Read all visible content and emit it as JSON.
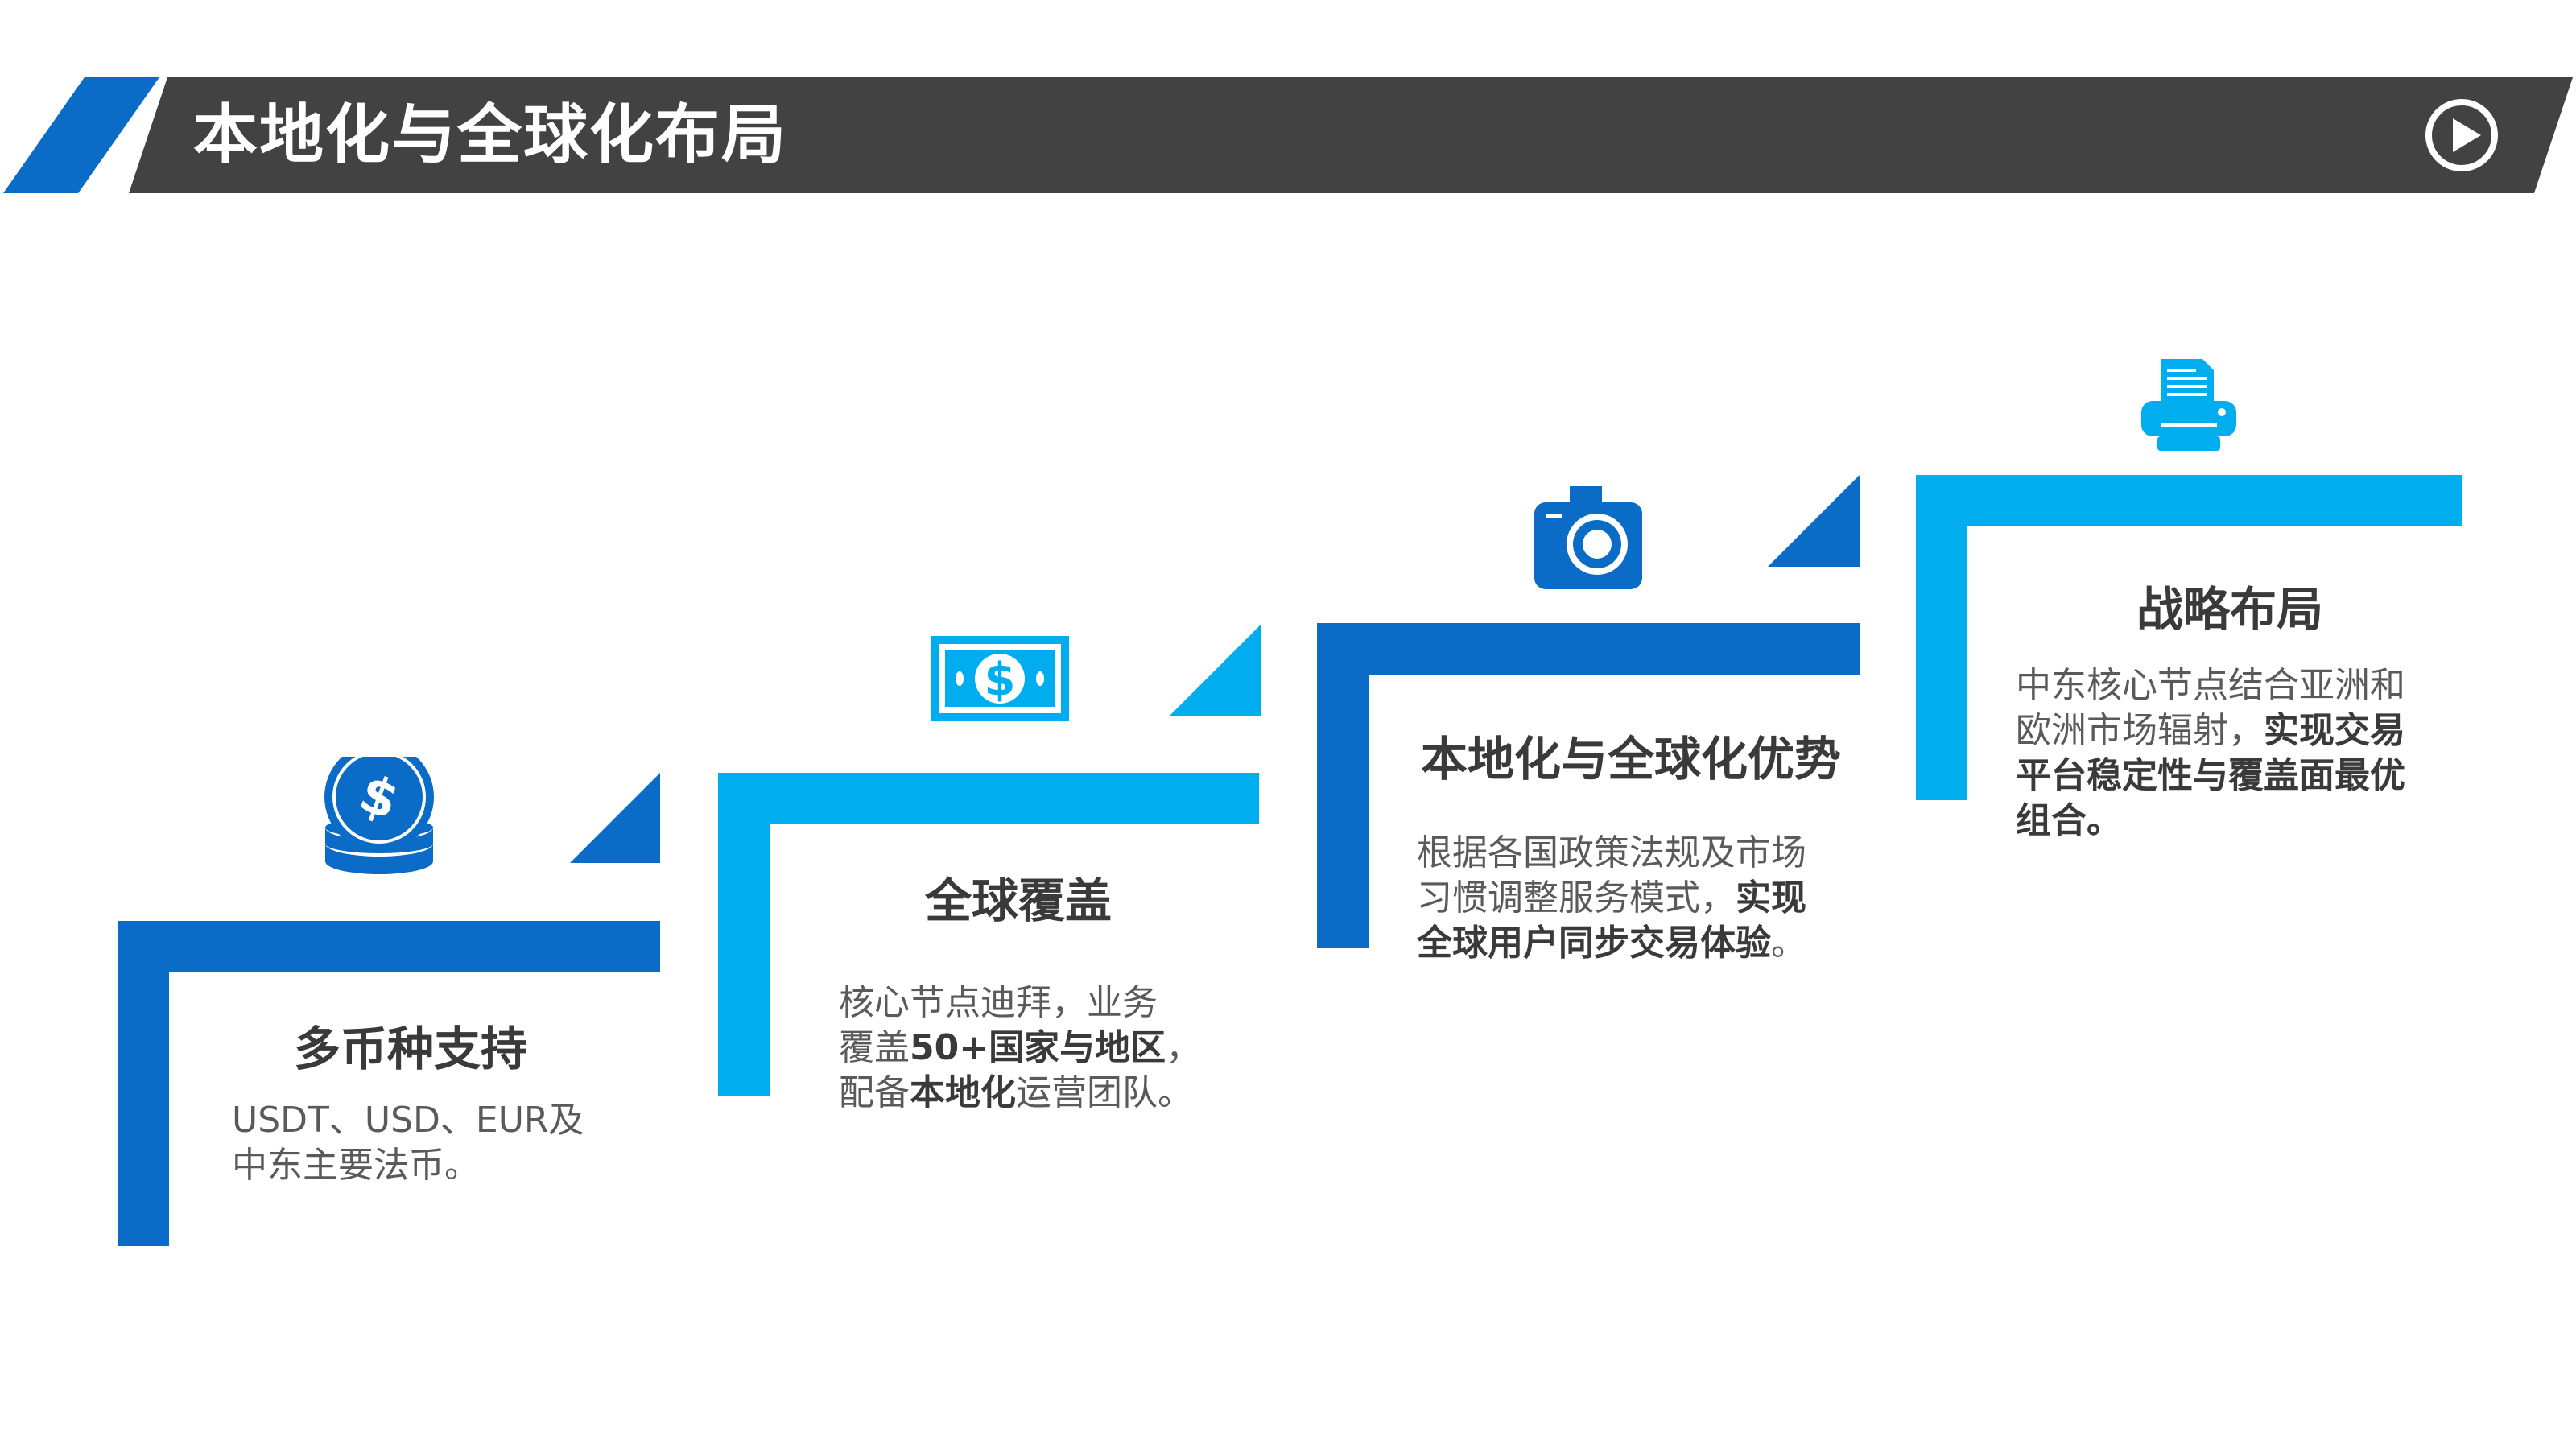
{
  "header": {
    "title": "本地化与全球化布局",
    "accent_color": "#0a6cc6",
    "bar_color": "#424242",
    "play_icon": "play-circle-icon"
  },
  "colors": {
    "dark_blue": "#0a6cc6",
    "light_blue": "#00aeef",
    "text_dark": "#3a3a3a",
    "text_gray": "#5a5a5a"
  },
  "steps": [
    {
      "icon": "coins-stack-icon",
      "title": "多币种支持",
      "desc": [
        {
          "text": "USDT、USD、EUR及",
          "bold": false
        },
        {
          "text": "中东主要法币。",
          "bold": false
        }
      ]
    },
    {
      "icon": "banknote-icon",
      "title": "全球覆盖",
      "desc_line1": "核心节点迪拜，业务",
      "desc_line2_a": "覆盖",
      "desc_line2_b": "50+国家与地区",
      "desc_line2_c": "，",
      "desc_line3_a": "配备",
      "desc_line3_b": "本地化",
      "desc_line3_c": "运营团队。"
    },
    {
      "icon": "camera-icon",
      "title": "本地化与全球化优势",
      "desc_line1": "根据各国政策法规及市场",
      "desc_line2_a": "习惯调整服务模式，",
      "desc_line2_b": "实现",
      "desc_line3_a": "全球用户同步交易体验",
      "desc_line3_b": "。"
    },
    {
      "icon": "printer-icon",
      "title": "战略布局",
      "desc_line1": "中东核心节点结合亚洲和",
      "desc_line2_a": "欧洲市场辐射，",
      "desc_line2_b": "实现交易",
      "desc_line3": "平台稳定性与覆盖面最优",
      "desc_line4": "组合。"
    }
  ]
}
